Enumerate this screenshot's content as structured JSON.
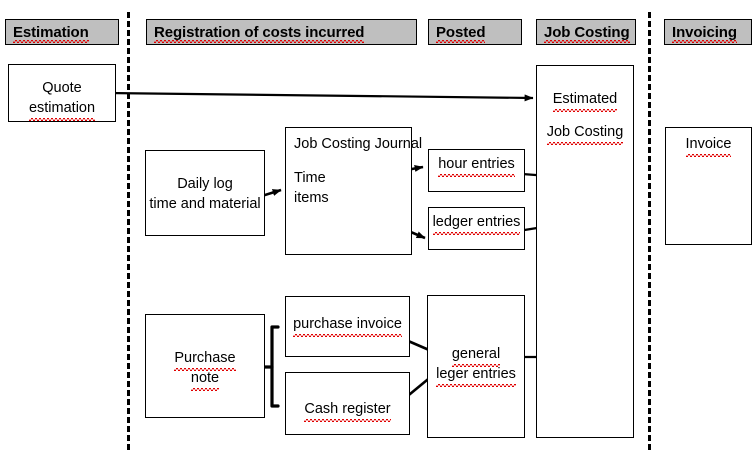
{
  "diagram": {
    "title_phases": [
      {
        "id": "estimation",
        "label": "Estimation"
      },
      {
        "id": "registration",
        "label": "Registration of costs incurred"
      },
      {
        "id": "posted",
        "label": "Posted"
      },
      {
        "id": "jobcosting",
        "label": "Job Costing"
      },
      {
        "id": "invoicing",
        "label": "Invoicing"
      }
    ],
    "nodes": {
      "quote_estimation": {
        "line1": "Quote",
        "line2": "estimation"
      },
      "daily_log": {
        "line1": "Daily log",
        "line2": "time and material"
      },
      "job_costing_journal": {
        "title": "Job Costing Journal",
        "line1": "Time",
        "line2": "items"
      },
      "hour_entries": {
        "label": "hour entries"
      },
      "ledger_entries": {
        "label": "ledger entries"
      },
      "purchase_note": {
        "line1": "Purchase",
        "line2": "note"
      },
      "purchase_invoice": {
        "label": "purchase invoice"
      },
      "cash_register": {
        "label": "Cash register"
      },
      "general_ledger_entries": {
        "line1": "general",
        "line2": "leger entries"
      },
      "job_costing": {
        "line1": "Estimated",
        "line2": "Job Costing"
      },
      "invoice": {
        "label": "Invoice"
      }
    },
    "colors": {
      "header_fill": "#bfbfbf",
      "border": "#000000",
      "background": "#ffffff",
      "spellcheck_underline": "#e00000"
    }
  }
}
